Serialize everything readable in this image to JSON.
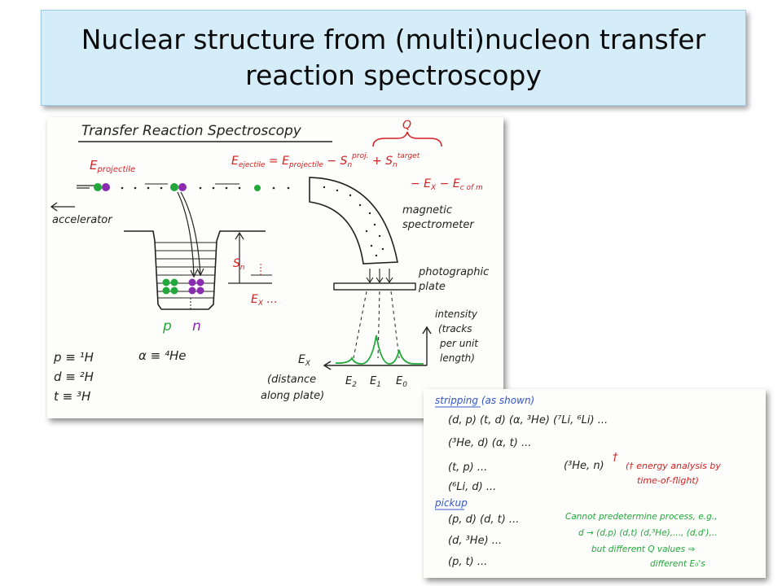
{
  "title": "Nuclear structure from (multi)nucleon transfer reaction spectroscopy",
  "diagram": {
    "heading": "Transfer Reaction Spectroscopy",
    "q_label": "Q",
    "e_projectile": "E",
    "e_projectile_sub": "projectile",
    "ejectile_eq": {
      "lhs": "E",
      "lhs_sub": "ejectile",
      "eq": " = E",
      "proj_sub": "projectile",
      "minus_s": " − S",
      "n1": "n",
      "proj_sup": "proj.",
      "plus_s": " + S",
      "n2": "n",
      "target_sup": "target",
      "line2": "− E",
      "x": "X",
      "line2b": " − E",
      "cofm": "c of m"
    },
    "accelerator": "accelerator",
    "magnetic_spectrometer": [
      "magnetic",
      "spectrometer"
    ],
    "photographic_plate": [
      "photographic",
      "plate"
    ],
    "intensity": [
      "intensity",
      "(tracks",
      "per unit",
      "length)"
    ],
    "sn": "S",
    "sn_sub": "n",
    "ex_dots": "E",
    "ex_dots_sub": "X",
    "ex_dots_tail": " ...",
    "p_label": "p",
    "n_label": "n",
    "alpha_eq": "α ≡ ⁴He",
    "isotopes": [
      "p ≡ ¹H",
      "d ≡ ²H",
      "t ≡ ³H"
    ],
    "ex_axis": "E",
    "ex_axis_sub": "X",
    "distance_note": [
      "(distance",
      "along plate)"
    ],
    "peaks": [
      "E",
      "E",
      "E"
    ],
    "peak_subs": [
      "2",
      "1",
      "0"
    ]
  },
  "reactions": {
    "stripping": "stripping (as shown)",
    "strip_rows": [
      "(d, p)   (t, d)   (α, ³He)   (⁷Li, ⁶Li) ...",
      "(³He, d)   (α, t)   ...",
      "(t, p) ...",
      "(⁶Li, d) ..."
    ],
    "he_n": "(³He, n)",
    "dagger": "†",
    "tof_note": [
      "(† energy analysis by",
      "time-of-flight)"
    ],
    "pickup": "pickup",
    "pick_rows": [
      "(p, d)   (d, t) ...",
      "(d, ³He) ...",
      "(p, t) ..."
    ],
    "cannot_note": [
      "Cannot predetermine process, e.g.,",
      "d → (d,p) (d,t) (d,³He),..., (d,d'),..",
      "but   different  Q values ⇒",
      "different  E₀'s"
    ]
  },
  "colors": {
    "ink": "#222222",
    "red": "#d42020",
    "green": "#22a83a",
    "purple": "#8a2bb0",
    "blue": "#3355cc"
  }
}
